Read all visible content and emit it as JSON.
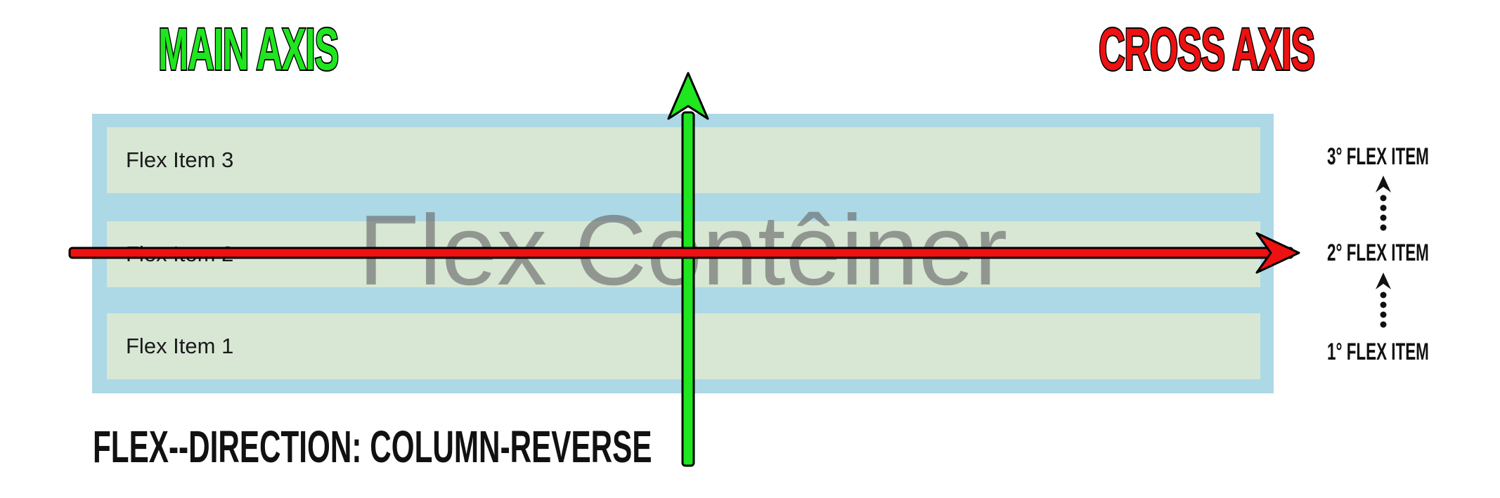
{
  "titles": {
    "main_axis": "MAIN AXIS",
    "cross_axis": "CROSS AXIS"
  },
  "container": {
    "watermark": "Flex Contêiner",
    "items": [
      {
        "label": "Flex Item 3"
      },
      {
        "label": "Flex Item 2"
      },
      {
        "label": "Flex Item 1"
      }
    ]
  },
  "order_labels": {
    "third": "3° FLEX ITEM",
    "second": "2° FLEX ITEM",
    "first": "1° FLEX ITEM"
  },
  "caption": "FLEX--DIRECTION: COLUMN-REVERSE",
  "colors": {
    "main_axis": "#1fe61f",
    "cross_axis": "#ee1111",
    "container_bg": "#add8e6",
    "item_bg": "#d7e7d4",
    "outline": "#000000"
  }
}
